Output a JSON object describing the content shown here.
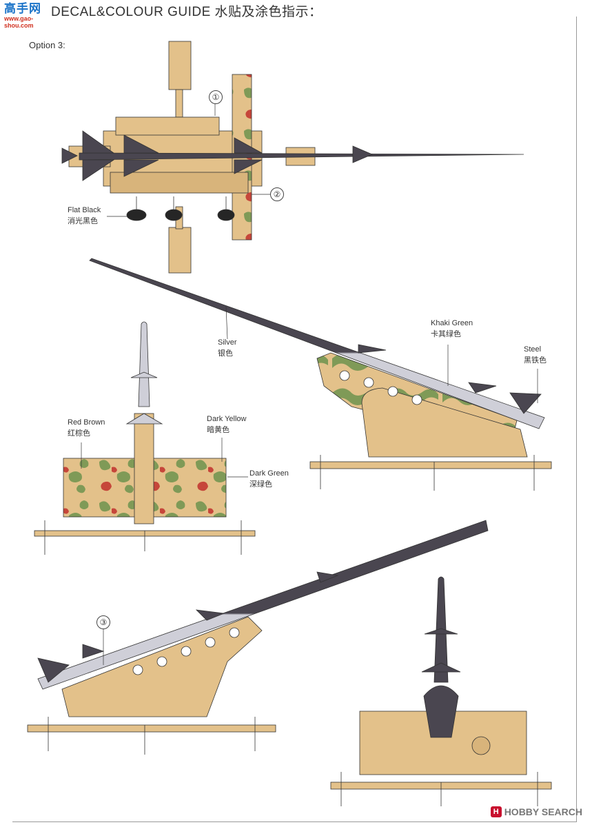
{
  "header": {
    "title": "DECAL&COLOUR GUIDE 水贴及涂色指示：",
    "watermark_cn": "高手网",
    "watermark_url": "www.gao-shou.com"
  },
  "option_label": "Option 3:",
  "callouts": [
    {
      "en": "Flat Black",
      "cn": "消光黑色"
    },
    {
      "en": "Silver",
      "cn": "银色"
    },
    {
      "en": "Khaki Green",
      "cn": "卡其绿色"
    },
    {
      "en": "Steel",
      "cn": "黑铁色"
    },
    {
      "en": "Red Brown",
      "cn": "红棕色"
    },
    {
      "en": "Dark Yellow",
      "cn": "暗黄色"
    },
    {
      "en": "Dark Green",
      "cn": "深绿色"
    }
  ],
  "markers": [
    "①",
    "②",
    "③"
  ],
  "footer": {
    "brand": "HOBBY SEARCH",
    "logo_letter": "H"
  },
  "colors": {
    "dark_yellow": "#e3c18a",
    "dark_green": "#7f9a57",
    "red_brown": "#c6463a",
    "steel": "#4a4650",
    "silver": "#cfcfd8",
    "flat_black": "#262626"
  }
}
